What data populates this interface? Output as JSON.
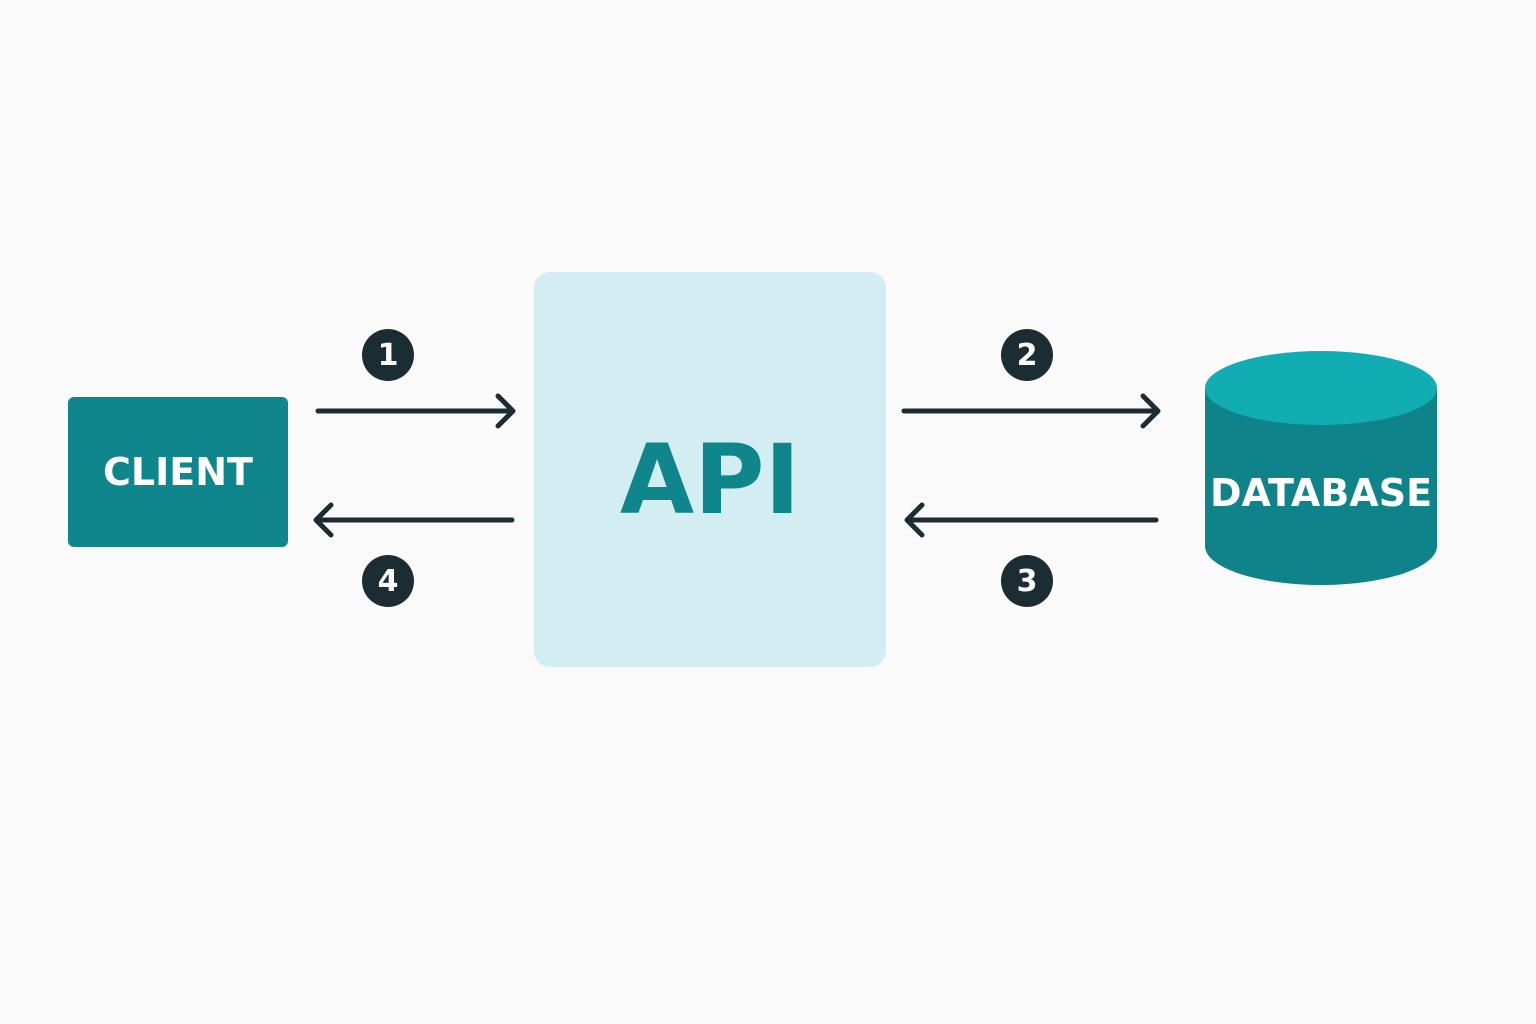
{
  "diagram": {
    "client": {
      "label": "CLIENT"
    },
    "api": {
      "label": "API"
    },
    "database": {
      "label": "DATABASE"
    },
    "steps": [
      {
        "number": "1",
        "direction": "client-to-api"
      },
      {
        "number": "2",
        "direction": "api-to-database"
      },
      {
        "number": "3",
        "direction": "database-to-api"
      },
      {
        "number": "4",
        "direction": "api-to-client"
      }
    ]
  },
  "colors": {
    "client_fill": "#0f858c",
    "api_fill": "#d3eef2",
    "api_text": "#0f858c",
    "db_top": "#11adb3",
    "db_body": "#0f838a",
    "db_rim": "#0f878e",
    "arrow": "#1c2c33",
    "badge": "#1c2c33",
    "background": "#fafafa"
  },
  "icons": {
    "arrow_right": "arrow-right-icon",
    "arrow_left": "arrow-left-icon",
    "database": "database-cylinder-icon"
  }
}
